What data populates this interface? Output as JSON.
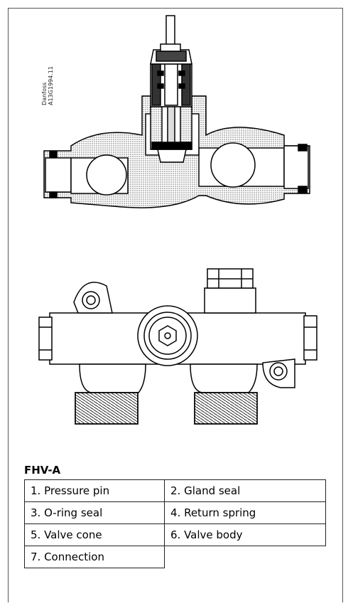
{
  "drawing": {
    "ref_line1": "Danfoss",
    "ref_line2": "A13G1994.11"
  },
  "section": {
    "title": "FHV-A"
  },
  "parts": [
    [
      "1. Pressure pin",
      "2. Gland seal"
    ],
    [
      "3. O-ring seal",
      "4. Return spring"
    ],
    [
      "5. Valve cone",
      "6. Valve body"
    ],
    [
      "7. Connection",
      ""
    ]
  ]
}
